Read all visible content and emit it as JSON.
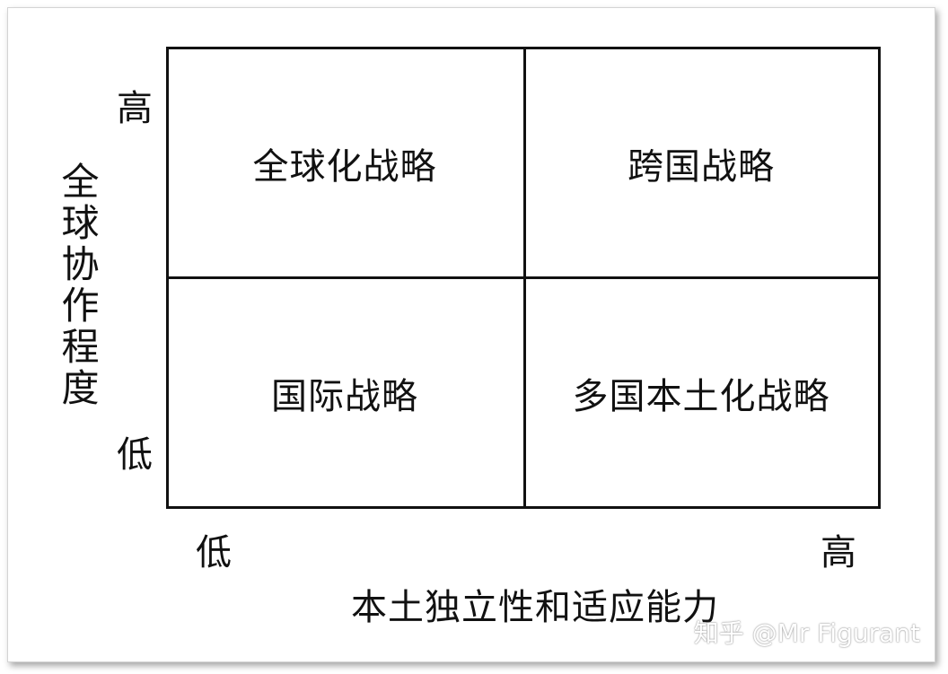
{
  "diagram": {
    "cells": {
      "top_left": "全球化战略",
      "top_right": "跨国战略",
      "bottom_left": "国际战略",
      "bottom_right": "多国本土化战略"
    },
    "y_axis": {
      "title": "全球协作程度",
      "high": "高",
      "low": "低"
    },
    "x_axis": {
      "title": "本土独立性和适应能力",
      "low": "低",
      "high": "高"
    }
  },
  "watermark": "知乎 @Mr Figurant"
}
